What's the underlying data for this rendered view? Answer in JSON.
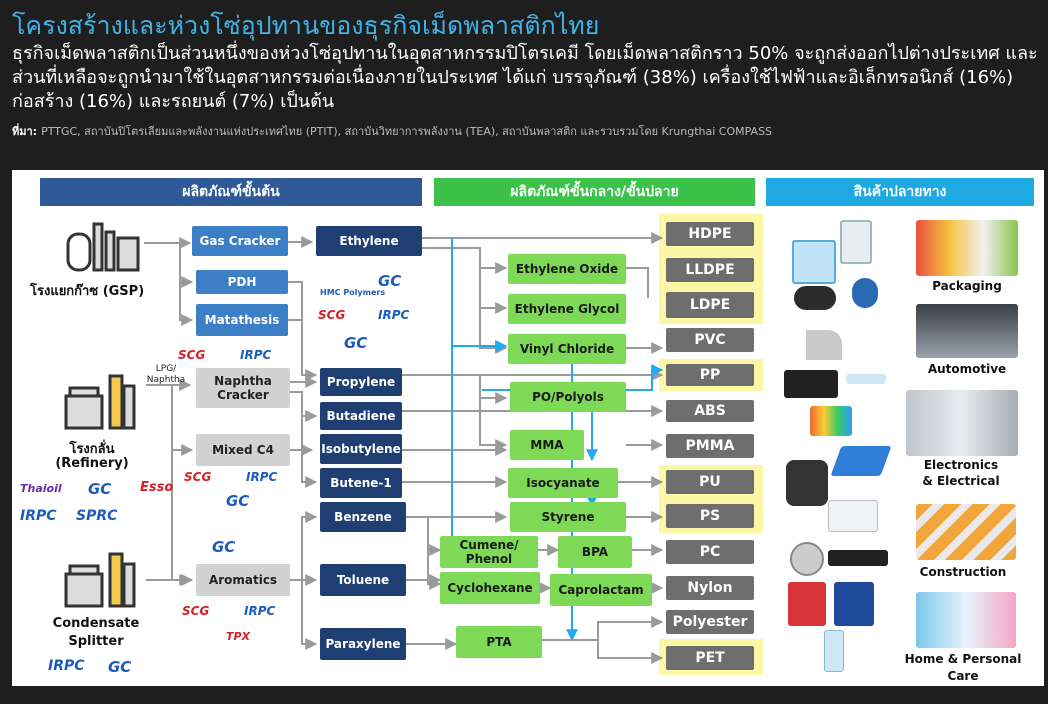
{
  "header": {
    "title": "โครงสร้างและห่วงโซ่อุปทานของธุรกิจเม็ดพลาสติกไทย",
    "subtitle": "ธุรกิจเม็ดพลาสติกเป็นส่วนหนึ่งของห่วงโซ่อุปทานในอุตสาหกรรมปิโตรเคมี โดยเม็ดพลาสติกราว 50% จะถูกส่งออกไปต่างประเทศ และส่วนที่เหลือจะถูกนำมาใช้ในอุตสาหกรรมต่อเนื่องภายในประเทศ ได้แก่ บรรจุภัณฑ์ (38%) เครื่องใช้ไฟฟ้าและอิเล็กทรอนิกส์ (16%) ก่อสร้าง (16%) และรถยนต์ (7%) เป็นต้น",
    "source_label": "ที่มา:",
    "source_text": "PTTGC, สถาบันปิโตรเลียมและพลังงานแห่งประเทศไทย (PTIT), สถาบันวิทยาการพลังงาน (TEA), สถาบันพลาสติก และรวบรวมโดย Krungthai COMPASS"
  },
  "sections": {
    "upstream": "ผลิตภัณฑ์ขั้นต้น",
    "midstream": "ผลิตภัณฑ์ขั้นกลาง/ขั้นปลาย",
    "end": "สินค้าปลายทาง"
  },
  "plants": {
    "gsp": "โรงแยกก๊าซ (GSP)",
    "refinery_line1": "โรงกลั่น",
    "refinery_line2": "(Refinery)",
    "splitter_line1": "Condensate",
    "splitter_line2": "Splitter"
  },
  "processes": {
    "gas_cracker": "Gas Cracker",
    "pdh": "PDH",
    "metathesis": "Matathesis",
    "naphtha_cracker": "Naphtha Cracker",
    "mixed_c4": "Mixed C4",
    "aromatics": "Aromatics",
    "lpg_label": "LPG/ Naphtha"
  },
  "upstream_products": {
    "ethylene": "Ethylene",
    "propylene": "Propylene",
    "butadiene": "Butadiene",
    "isobutylene": "Isobutylene",
    "butene1": "Butene-1",
    "benzene": "Benzene",
    "toluene": "Toluene",
    "paraxylene": "Paraxylene"
  },
  "intermediates": {
    "ethylene_oxide": "Ethylene Oxide",
    "ethylene_glycol": "Ethylene Glycol",
    "vinyl_chloride": "Vinyl Chloride",
    "po_polyols": "PO/Polyols",
    "mma": "MMA",
    "isocyanate": "Isocyanate",
    "styrene": "Styrene",
    "cumene": "Cumene/ Phenol",
    "bpa": "BPA",
    "cyclohexane": "Cyclohexane",
    "caprolactam": "Caprolactam",
    "pta": "PTA"
  },
  "plastics": {
    "hdpe": "HDPE",
    "lldpe": "LLDPE",
    "ldpe": "LDPE",
    "pvc": "PVC",
    "pp": "PP",
    "abs": "ABS",
    "pmma": "PMMA",
    "pu": "PU",
    "ps": "PS",
    "pc": "PC",
    "nylon": "Nylon",
    "polyester": "Polyester",
    "pet": "PET"
  },
  "end_products": {
    "packaging": "Packaging",
    "automotive": "Automotive",
    "electronics_line1": "Electronics",
    "electronics_line2": "& Electrical",
    "construction": "Construction",
    "home_line1": "Home & Personal",
    "home_line2": "Care"
  },
  "logos": {
    "scg": "SCG",
    "irpc": "IRPC",
    "gc": "GC",
    "hmc": "HMC Polymers",
    "thaioil": "Thaioil",
    "esso": "Esso",
    "sprc": "SPRC",
    "tpx": "TPX"
  },
  "colors": {
    "title": "#3fb3e8",
    "upstream_header": "#2f5a97",
    "midstream_header": "#3cc24a",
    "end_header": "#1fa9e1",
    "process_box": "#3d7fc7",
    "product_box": "#1f3f73",
    "intermediate_box": "#7ed957",
    "plastic_box": "#6e6e6e",
    "highlight": "#fcf7a6",
    "arrow": "#9a9a9a",
    "flow_line": "#22aaf0"
  }
}
